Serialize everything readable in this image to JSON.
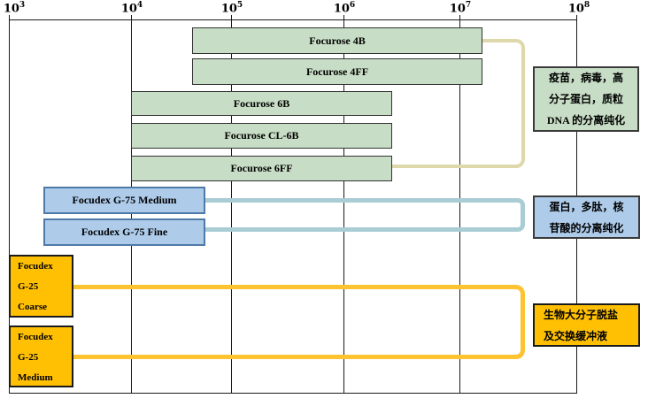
{
  "chart_data": {
    "type": "bar",
    "orientation": "horizontal",
    "x_scale": "log",
    "x_range": [
      1000,
      100000000
    ],
    "grid": true,
    "x_ticks": [
      {
        "base": "10",
        "exp": "3"
      },
      {
        "base": "10",
        "exp": "4"
      },
      {
        "base": "10",
        "exp": "5"
      },
      {
        "base": "10",
        "exp": "6"
      },
      {
        "base": "10",
        "exp": "7"
      },
      {
        "base": "10",
        "exp": "8"
      }
    ],
    "bars": [
      {
        "label": "Focurose 4B",
        "range_approx": [
          40000,
          15000000
        ],
        "color": "#c7ddc5"
      },
      {
        "label": "Focurose 4FF",
        "range_approx": [
          40000,
          15000000
        ],
        "color": "#c7ddc5"
      },
      {
        "label": "Focurose 6B",
        "range_approx": [
          10000,
          2500000
        ],
        "color": "#c7ddc5"
      },
      {
        "label": "Focurose CL-6B",
        "range_approx": [
          10000,
          2500000
        ],
        "color": "#c7ddc5"
      },
      {
        "label": "Focurose 6FF",
        "range_approx": [
          10000,
          2500000
        ],
        "color": "#c7ddc5"
      },
      {
        "label": "Focudex G-75 Medium",
        "range_approx": [
          2000,
          60000
        ],
        "color": "#aecbea"
      },
      {
        "label": "Focudex G-75 Fine",
        "range_approx": [
          2000,
          60000
        ],
        "color": "#aecbea"
      },
      {
        "label": "Focudex G-25 Coarse",
        "label_lines": [
          "Focudex",
          "G-25",
          "Coarse"
        ],
        "range_approx": [
          1000,
          3500
        ],
        "color": "#ffc003"
      },
      {
        "label": "Focudex G-25 Medium",
        "label_lines": [
          "Focudex",
          "G-25",
          "Medium"
        ],
        "range_approx": [
          1000,
          3500
        ],
        "color": "#ffc003"
      }
    ],
    "annotations": [
      {
        "lines": [
          "疫苗，病毒，高",
          "分子蛋白，质粒",
          "DNA 的分离纯化"
        ],
        "applies_to": [
          "Focurose 4B",
          "Focurose 4FF",
          "Focurose 6B",
          "Focurose CL-6B",
          "Focurose 6FF"
        ],
        "box_color": "#c7ddc5",
        "connector_color": "#ded8ab"
      },
      {
        "lines": [
          "蛋白，多肽，核",
          "苷酸的分离纯化"
        ],
        "applies_to": [
          "Focudex G-75 Medium",
          "Focudex G-75 Fine"
        ],
        "box_color": "#aecbea",
        "connector_color": "#a9ccd5"
      },
      {
        "lines": [
          "生物大分子脱盐",
          "及交换缓冲液"
        ],
        "applies_to": [
          "Focudex G-25 Coarse",
          "Focudex G-25 Medium"
        ],
        "box_color": "#ffc003",
        "connector_color": "#fdc331"
      }
    ]
  }
}
